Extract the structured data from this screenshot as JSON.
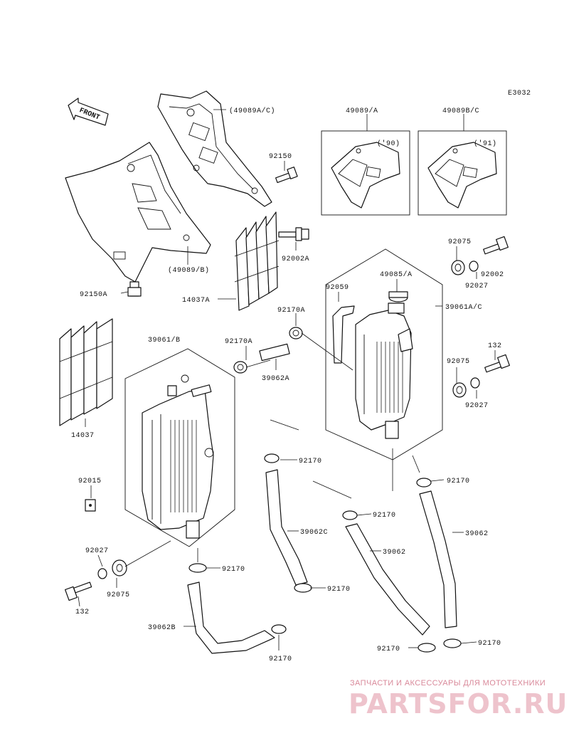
{
  "figure_code": "E3032",
  "front_label": "FRONT",
  "labels": {
    "l49089ac": "(49089A/C)",
    "l49089a": "49089/A",
    "l49089bc": "49089B/C",
    "y90": "('90)",
    "y91": "('91)",
    "l92150": "92150",
    "l92002a": "92002A",
    "l49089b": "(49089/B)",
    "l92150a": "92150A",
    "l14037a": "14037A",
    "l92075a": "92075",
    "l92002": "92002",
    "l92027a": "92027",
    "l49085a": "49085/A",
    "l92059": "92059",
    "l39061ac": "39061A/C",
    "l92170a1": "92170A",
    "l92170a2": "92170A",
    "l39061b": "39061/B",
    "l39062a": "39062A",
    "l132a": "132",
    "l92075b": "92075",
    "l92027b": "92027",
    "l14037": "14037",
    "l92015": "92015",
    "l92170_1": "92170",
    "l92170_2": "92170",
    "l92170_3": "92170",
    "l39062c": "39062C",
    "l39062_1": "39062",
    "l39062_2": "39062",
    "l92027c": "92027",
    "l92075c": "92075",
    "l132b": "132",
    "l92170_4": "92170",
    "l92170_5": "92170",
    "l39062b": "39062B",
    "l92170_6": "92170",
    "l92170_7": "92170",
    "l92170_8": "92170"
  },
  "watermark": {
    "caption": "ЗАПЧАСТИ И АКСЕССУАРЫ ДЛЯ МОТОТЕХНИКИ",
    "logo": "PARTSFOR.RU",
    "color": "#e8a0b0"
  }
}
